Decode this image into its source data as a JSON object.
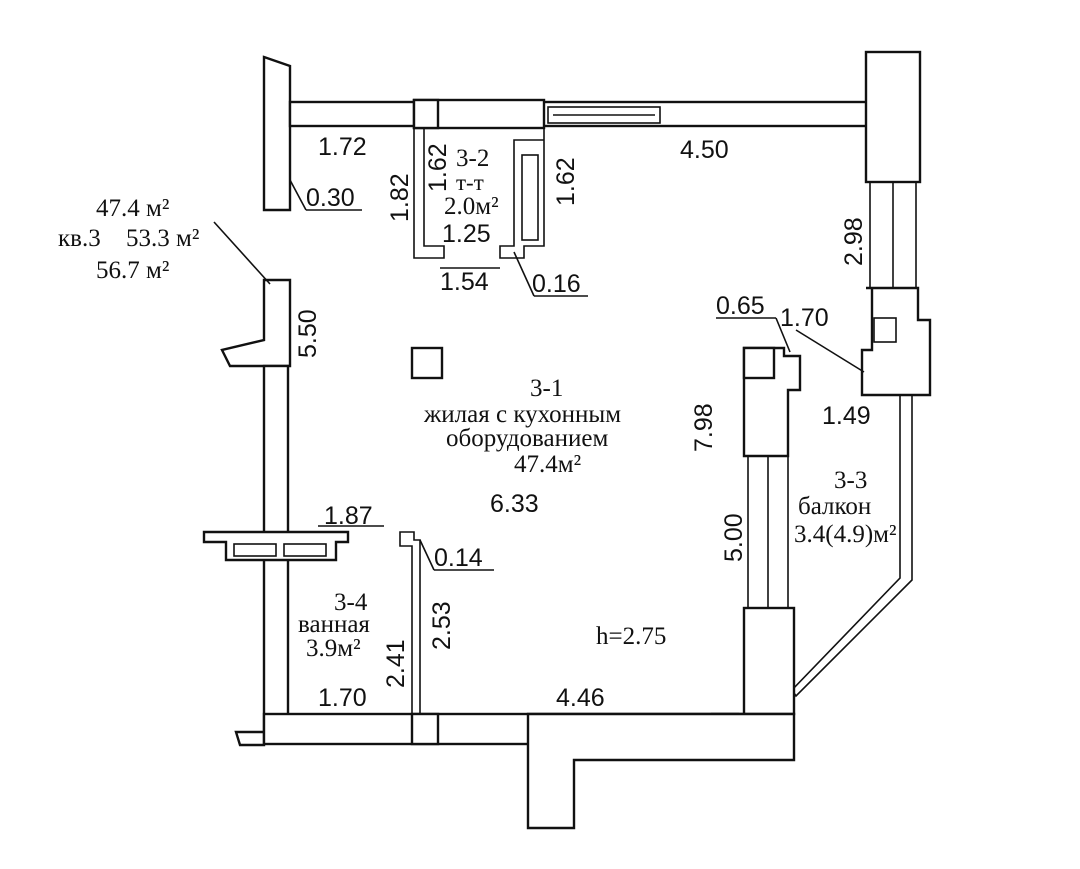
{
  "apartment": {
    "name": "кв.3",
    "area_living": "47.4 м²",
    "area_total": "53.3 м²",
    "area_with_balcony": "56.7 м²"
  },
  "rooms": {
    "r31": {
      "id": "3-1",
      "name_line1": "жилая с кухонным",
      "name_line2": "оборудованием",
      "area": "47.4м²"
    },
    "r32": {
      "id": "3-2",
      "name": "т-т",
      "area": "2.0м²"
    },
    "r33": {
      "id": "3-3",
      "name": "балкон",
      "area": "3.4(4.9)м²"
    },
    "r34": {
      "id": "3-4",
      "name": "ванная",
      "area": "3.9м²"
    }
  },
  "ceiling_height": "h=2.75",
  "dimensions": {
    "d_1_72": "1.72",
    "d_4_50": "4.50",
    "d_0_30": "0.30",
    "d_1_82": "1.82",
    "d_1_62a": "1.62",
    "d_1_62b": "1.62",
    "d_1_25": "1.25",
    "d_1_54": "1.54",
    "d_0_16": "0.16",
    "d_2_98": "2.98",
    "d_5_50": "5.50",
    "d_0_65": "0.65",
    "d_1_70_top": "1.70",
    "d_1_49": "1.49",
    "d_7_98": "7.98",
    "d_6_33": "6.33",
    "d_5_00": "5.00",
    "d_1_87": "1.87",
    "d_0_14": "0.14",
    "d_2_53": "2.53",
    "d_2_41": "2.41",
    "d_1_70_bottom": "1.70",
    "d_4_46": "4.46"
  }
}
